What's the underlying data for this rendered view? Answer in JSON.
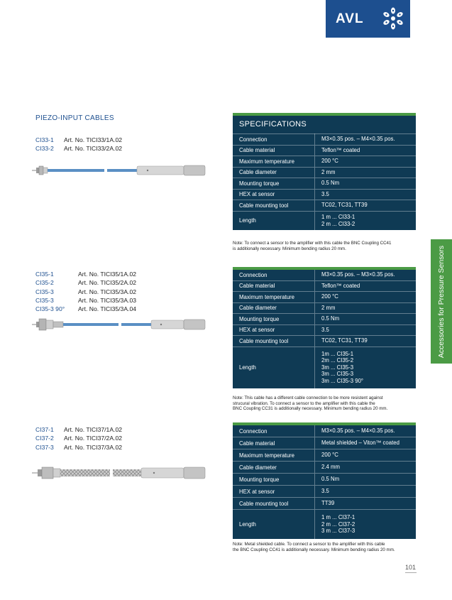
{
  "brand": {
    "name": "AVL"
  },
  "side_tab": "Accessories for Pressure Sensors",
  "section_title": "PIEZO-INPUT CABLES",
  "page_number": "101",
  "products": [
    {
      "articles": [
        {
          "code": "CI33-1",
          "art_no": "Art. No. TICI33/1A.02"
        },
        {
          "code": "CI33-2",
          "art_no": "Art. No. TICI33/2A.02"
        }
      ],
      "spec_header": "SPECIFICATIONS",
      "specs": [
        {
          "key": "Connection",
          "value": [
            "M3×0.35 pos. – M4×0.35 pos."
          ]
        },
        {
          "key": "Cable material",
          "value": [
            "Teflon™ coated"
          ]
        },
        {
          "key": "Maximum temperature",
          "value": [
            "200 °C"
          ]
        },
        {
          "key": "Cable diameter",
          "value": [
            "2 mm"
          ]
        },
        {
          "key": "Mounting torque",
          "value": [
            "0.5 Nm"
          ]
        },
        {
          "key": "HEX at sensor",
          "value": [
            "3.5"
          ]
        },
        {
          "key": "Cable mounting tool",
          "value": [
            "TC02, TC31, TT39"
          ]
        },
        {
          "key": "Length",
          "value": [
            "1 m ... CI33-1",
            "2 m ... CI33-2"
          ]
        }
      ],
      "note": [
        "Note: To connect a sensor to the amplifier with this cable the BNC Coupling CC41",
        "is additionally necessary. Minimum bending radius 20 mm."
      ]
    },
    {
      "articles": [
        {
          "code": "CI35-1",
          "art_no": "Art. No. TICI35/1A.02"
        },
        {
          "code": "CI35-2",
          "art_no": "Art. No. TICI35/2A.02"
        },
        {
          "code": "CI35-3",
          "art_no": "Art. No. TICI35/3A.02"
        },
        {
          "code": "CI35-3",
          "art_no": "Art. No. TICI35/3A.03"
        },
        {
          "code": "CI35-3 90°",
          "art_no": "Art. No. TICI35/3A.04"
        }
      ],
      "spec_header": "",
      "specs": [
        {
          "key": "Connection",
          "value": [
            "M3×0.35 pos. – M3×0.35 pos."
          ]
        },
        {
          "key": "Cable material",
          "value": [
            "Teflon™ coated"
          ]
        },
        {
          "key": "Maximum temperature",
          "value": [
            "200 °C"
          ]
        },
        {
          "key": "Cable diameter",
          "value": [
            "2 mm"
          ]
        },
        {
          "key": "Mounting torque",
          "value": [
            "0.5 Nm"
          ]
        },
        {
          "key": "HEX at sensor",
          "value": [
            "3.5"
          ]
        },
        {
          "key": "Cable mounting tool",
          "value": [
            "TC02, TC31, TT39"
          ]
        },
        {
          "key": "Length",
          "value": [
            "1m ... CI35-1",
            "2m ... CI35-2",
            "3m ... CI35-3",
            "3m ... CI35-3",
            "3m ... CI35-3 90°"
          ]
        }
      ],
      "note": [
        "Note: This cable has a different cable connection to be more resistent against",
        "strucural vibration. To connect a sensor to the amplifier with this cable the",
        "BNC Coupling CC31 is additionally necessary. Minimum bending radius 20 mm."
      ]
    },
    {
      "articles": [
        {
          "code": "CI37-1",
          "art_no": "Art. No. TICI37/1A.02"
        },
        {
          "code": "CI37-2",
          "art_no": "Art. No. TICI37/2A.02"
        },
        {
          "code": "CI37-3",
          "art_no": "Art. No. TICI37/3A.02"
        }
      ],
      "spec_header": "",
      "specs": [
        {
          "key": "Connection",
          "value": [
            "M3×0.35 pos. – M4×0.35 pos."
          ]
        },
        {
          "key": "Cable material",
          "value": [
            "Metal shielded – Viton™ coated"
          ]
        },
        {
          "key": "Maximum temperature",
          "value": [
            "200 °C"
          ]
        },
        {
          "key": "Cable diameter",
          "value": [
            "2.4 mm"
          ]
        },
        {
          "key": "Mounting torque",
          "value": [
            "0.5 Nm"
          ]
        },
        {
          "key": "HEX at sensor",
          "value": [
            "3.5"
          ]
        },
        {
          "key": "Cable mounting tool",
          "value": [
            "TT39"
          ]
        },
        {
          "key": "Length",
          "value": [
            "1 m ... CI37-1",
            "2 m ... CI37-2",
            "3 m ... CI37-3"
          ]
        }
      ],
      "note": [
        "Note: Metal shielded cable. To connect a sensor to the amplifier with this cable",
        "the BNC Coupling CC41 is additionally necessary. Minimum bending radius 20 mm."
      ]
    }
  ],
  "colors": {
    "brand_blue": "#1d4f8f",
    "spec_bg": "#0f3a54",
    "accent_green": "#4b9b45",
    "cable_blue": "#5a8fc4"
  }
}
